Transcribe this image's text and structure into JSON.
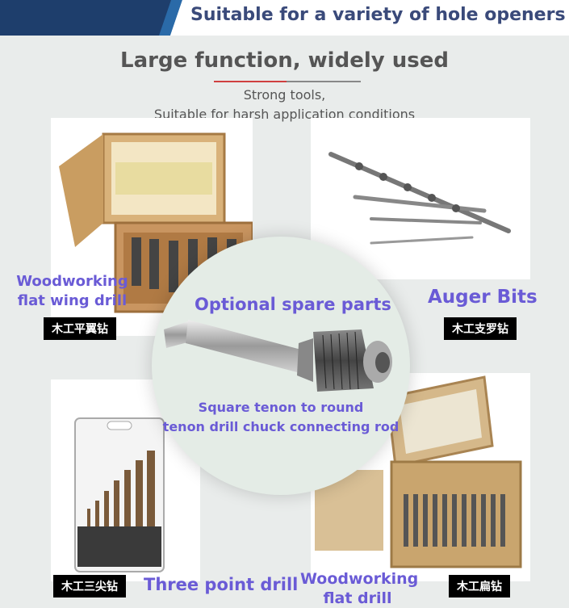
{
  "banner": {
    "title": "Suitable for a variety of hole openers",
    "color_dark": "#1e3e6c",
    "color_accent": "#2a6aa8"
  },
  "heading": {
    "title": "Large function, widely used",
    "sub1": "Strong tools,",
    "sub2": "Suitable for harsh application conditions"
  },
  "center": {
    "title": "Optional spare parts",
    "desc_line1": "Square tenon to round",
    "desc_line2": "tenon drill chuck connecting rod"
  },
  "products": {
    "flat_wing": {
      "label_line1": "Woodworking",
      "label_line2": "flat wing drill",
      "tag": "木工平翼钻"
    },
    "auger": {
      "label": "Auger Bits",
      "tag": "木工支罗钻"
    },
    "three_point": {
      "label": "Three point drill",
      "tag": "木工三尖钻"
    },
    "flat": {
      "label_line1": "Woodworking",
      "label_line2": "flat drill",
      "tag": "木工扁钻"
    }
  },
  "accent_label_color": "#6a5bd6"
}
